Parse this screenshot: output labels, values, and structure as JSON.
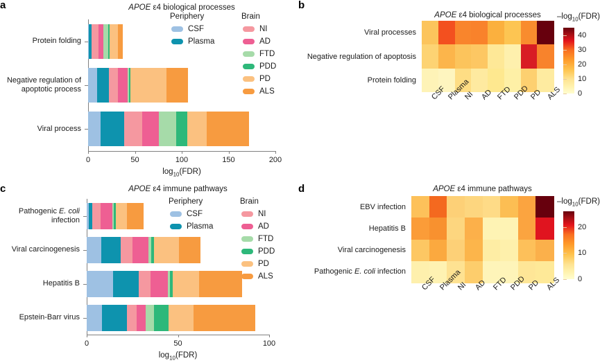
{
  "figure": {
    "axis_label": "log10(FDR)",
    "colorbar_title": "-log10(FDR)"
  },
  "colors": {
    "CSF": "#9ec1e3",
    "Plasma": "#0e93ae",
    "NI": "#f598a0",
    "AD": "#ee5f93",
    "FTD": "#a6dba9",
    "PDD": "#2eb87a",
    "PD": "#fbc180",
    "ALS": "#f79b40"
  },
  "legend": {
    "periphery_header": "Periphery",
    "brain_header": "Brain",
    "periphery": [
      {
        "label": "CSF",
        "color": "#9ec1e3"
      },
      {
        "label": "Plasma",
        "color": "#0e93ae"
      }
    ],
    "brain": [
      {
        "label": "NI",
        "color": "#f598a0"
      },
      {
        "label": "AD",
        "color": "#ee5f93"
      },
      {
        "label": "FTD",
        "color": "#a6dba9"
      },
      {
        "label": "PDD",
        "color": "#2eb87a"
      },
      {
        "label": "PD",
        "color": "#fbc180"
      },
      {
        "label": "ALS",
        "color": "#f79b40"
      }
    ]
  },
  "panel_a": {
    "letter": "a",
    "title": "APOE ε4 biological processes",
    "title_italic": "APOE",
    "title_rest": " ε4 biological processes",
    "chart_data": {
      "type": "bar",
      "orientation": "horizontal",
      "stacked": true,
      "title": "APOE ε4 biological processes",
      "xlabel": "log10(FDR)",
      "ylabel": "",
      "xlim": [
        0,
        200
      ],
      "xticks": [
        0,
        50,
        100,
        150,
        200
      ],
      "grid": false,
      "legend_position": "upper right",
      "categories": [
        "Protein folding",
        "Negative regulation of apoptotic process",
        "Viral process"
      ],
      "series": [
        {
          "name": "CSF",
          "values": [
            1.0,
            9.5,
            13.5
          ]
        },
        {
          "name": "Plasma",
          "values": [
            2.5,
            12.5,
            25.0
          ]
        },
        {
          "name": "NI",
          "values": [
            7.5,
            9.5,
            19.5
          ]
        },
        {
          "name": "AD",
          "values": [
            5.5,
            11.0,
            17.5
          ]
        },
        {
          "name": "FTD",
          "values": [
            5.0,
            1.5,
            18.5
          ]
        },
        {
          "name": "PDD",
          "values": [
            1.5,
            1.5,
            12.0
          ]
        },
        {
          "name": "PD",
          "values": [
            8.5,
            38.0,
            20.5
          ]
        },
        {
          "name": "ALS",
          "values": [
            5.5,
            23.0,
            45.5
          ]
        }
      ],
      "totals": [
        37.0,
        106.5,
        172.0
      ]
    }
  },
  "panel_b": {
    "letter": "b",
    "title": "APOE ε4 biological processes",
    "title_italic": "APOE",
    "title_rest": " ε4 biological processes",
    "chart_data": {
      "type": "heatmap",
      "title": "APOE ε4 biological processes",
      "colorbar_title": "-log10(FDR)",
      "colorbar_ticks": [
        0,
        10,
        20,
        30,
        40
      ],
      "zlim": [
        0,
        45
      ],
      "columns": [
        "CSF",
        "Plasma",
        "NI",
        "AD",
        "FTD",
        "PDD",
        "PD",
        "ALS"
      ],
      "rows": [
        "Viral processes",
        "Negative regulation of apoptosis",
        "Protein folding"
      ],
      "values": [
        [
          13.5,
          25.0,
          19.5,
          20.0,
          17.0,
          14.0,
          20.5,
          45.0
        ],
        [
          9.5,
          14.5,
          12.0,
          12.5,
          6.5,
          5.0,
          32.0,
          21.0
        ],
        [
          3.0,
          2.5,
          7.5,
          5.5,
          5.0,
          3.5,
          9.0,
          5.5
        ]
      ],
      "cell_colors": [
        [
          "#fcc45c",
          "#f3501f",
          "#f9852c",
          "#f9822b",
          "#fbb03e",
          "#fdc552",
          "#f98c2e",
          "#67000d"
        ],
        [
          "#fdd373",
          "#fcb54b",
          "#fcc45c",
          "#fdc763",
          "#fee897",
          "#fef0ad",
          "#d81d24",
          "#f8832c"
        ],
        [
          "#fef3b7",
          "#fef5bf",
          "#fedd84",
          "#feeaa0",
          "#fee88f",
          "#fef0a6",
          "#fdd070",
          "#feeba0"
        ]
      ]
    }
  },
  "panel_c": {
    "letter": "c",
    "title": "APOE ε4 immune pathways",
    "title_italic": "APOE",
    "title_rest": " ε4 immune pathways",
    "chart_data": {
      "type": "bar",
      "orientation": "horizontal",
      "stacked": true,
      "title": "APOE ε4 immune pathways",
      "xlabel": "log10(FDR)",
      "ylabel": "",
      "xlim": [
        0,
        100
      ],
      "xticks": [
        0,
        50,
        100
      ],
      "grid": false,
      "legend_position": "upper right",
      "categories": [
        "Pathogenic E. coli infection",
        "Viral carcinogenesis",
        "Hepatitis B",
        "Epstein-Barr virus"
      ],
      "series": [
        {
          "name": "CSF",
          "values": [
            1.0,
            8.0,
            14.5,
            8.5
          ]
        },
        {
          "name": "Plasma",
          "values": [
            2.0,
            10.5,
            14.0,
            13.5
          ]
        },
        {
          "name": "NI",
          "values": [
            4.5,
            6.5,
            6.5,
            5.5
          ]
        },
        {
          "name": "AD",
          "values": [
            6.5,
            9.0,
            9.5,
            5.0
          ]
        },
        {
          "name": "FTD",
          "values": [
            0.8,
            1.5,
            1.0,
            4.5
          ]
        },
        {
          "name": "PDD",
          "values": [
            1.2,
            1.5,
            1.5,
            8.0
          ]
        },
        {
          "name": "PD",
          "values": [
            6.0,
            13.5,
            14.5,
            13.5
          ]
        },
        {
          "name": "ALS",
          "values": [
            9.0,
            12.0,
            23.5,
            34.0
          ]
        }
      ],
      "totals": [
        31.0,
        62.5,
        85.0,
        92.5
      ]
    }
  },
  "panel_d": {
    "letter": "d",
    "title": "APOE ε4 immune pathways",
    "title_italic": "APOE",
    "title_rest": " ε4 immune pathways",
    "chart_data": {
      "type": "heatmap",
      "title": "APOE ε4 immune pathways",
      "colorbar_title": "-log10(FDR)",
      "colorbar_ticks": [
        0,
        10,
        20
      ],
      "zlim": [
        0,
        26
      ],
      "columns": [
        "CSF",
        "Plasma",
        "NI",
        "AD",
        "FTD",
        "PDD",
        "PD",
        "ALS"
      ],
      "rows": [
        "EBV infection",
        "Hepatitis B",
        "Viral carcinogenesis",
        "Pathogenic E. coli infection"
      ],
      "values": [
        [
          8.5,
          14.0,
          7.0,
          6.5,
          6.0,
          9.0,
          11.5,
          26.0
        ],
        [
          12.0,
          13.0,
          6.5,
          10.5,
          2.5,
          2.5,
          11.5,
          21.0
        ],
        [
          8.0,
          11.0,
          7.0,
          10.0,
          3.5,
          3.0,
          9.0,
          10.5
        ],
        [
          3.0,
          3.0,
          5.5,
          8.0,
          2.5,
          2.5,
          5.0,
          4.5
        ]
      ],
      "cell_colors": [
        [
          "#fdc15a",
          "#f4691f",
          "#fdd077",
          "#fdd67f",
          "#fedb87",
          "#fcbe53",
          "#fba440",
          "#67000d"
        ],
        [
          "#fb9c38",
          "#f8912f",
          "#fdd67f",
          "#fcb04a",
          "#fef3b4",
          "#fef3b4",
          "#fba440",
          "#e0141f"
        ],
        [
          "#fdc763",
          "#fba93f",
          "#fdd077",
          "#fcb54b",
          "#feeda4",
          "#fef0ab",
          "#fdc05a",
          "#fbb04b"
        ],
        [
          "#fef0ad",
          "#fef2b2",
          "#fee292",
          "#fdcd6c",
          "#fef4b9",
          "#fef4b9",
          "#fee697",
          "#fee998"
        ]
      ]
    }
  }
}
